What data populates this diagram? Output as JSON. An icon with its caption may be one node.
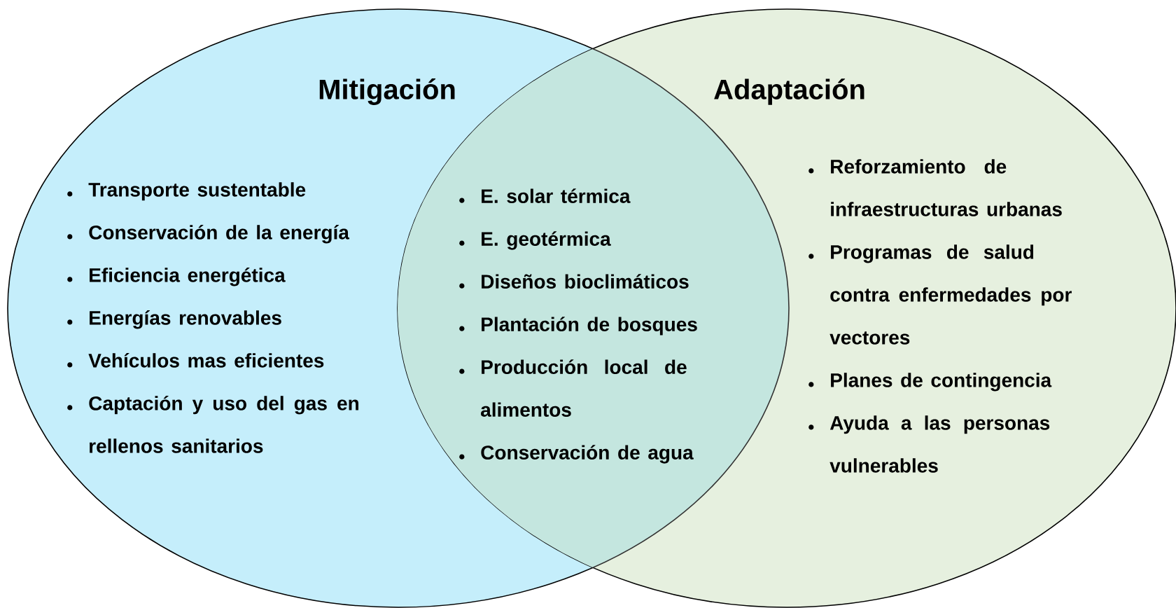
{
  "diagram": {
    "nodes": [
      {
        "text": [
          "Mitigación",
          "Transporte sustentable",
          "Conservación de la energía",
          "Eficiencia energética",
          "Energías renovables",
          "Vehículos mas eficientes",
          "Captación y uso del gas en rellenos sanitarios"
        ]
      },
      {
        "text": [
          "Adaptación",
          "Reforzamiento de infraestructuras urbanas",
          "Programas de salud contra enfermedades por vectores",
          "Planes de contingencia",
          "Ayuda a las personas vulnerables"
        ]
      }
    ],
    "labels": [
      "E. solar térmica",
      "E. geotérmica",
      "Diseños bioclimáticos",
      "Plantación de bosques",
      "Producción local de alimentos",
      "Conservación de agua"
    ]
  }
}
